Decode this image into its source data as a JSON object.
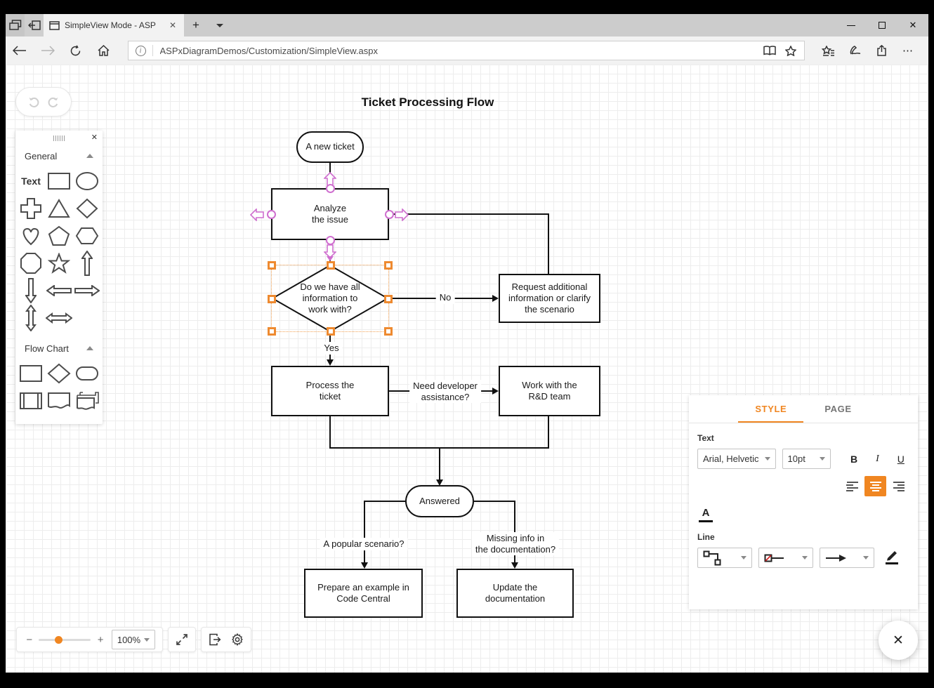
{
  "browser": {
    "tab_title": "SimpleView Mode - ASP",
    "url": "ASPxDiagramDemos/Customization/SimpleView.aspx",
    "info_glyph": "i",
    "ellipsis": "⋯",
    "tab_close": "✕",
    "new_tab": "+",
    "window_close": "✕"
  },
  "toolbox": {
    "general_title": "General",
    "flowchart_title": "Flow Chart",
    "text_shape": "Text",
    "close": "✕"
  },
  "diagram": {
    "title": "Ticket Processing Flow",
    "nodes": {
      "new_ticket": "A new ticket",
      "analyze": "Analyze\nthe issue",
      "decision": "Do we have all\ninformation to\nwork with?",
      "request": "Request additional\ninformation or clarify\nthe scenario",
      "process": "Process the\nticket",
      "rd_team": "Work with the\nR&D team",
      "answered": "Answered",
      "prepare": "Prepare an example in\nCode Central",
      "update": "Update the\ndocumentation"
    },
    "edges": {
      "no": "No",
      "yes": "Yes",
      "need_dev": "Need developer\nassistance?",
      "popular": "A popular scenario?",
      "missing": "Missing info in\nthe documentation?"
    }
  },
  "panel": {
    "style_tab": "STYLE",
    "page_tab": "PAGE",
    "text_label": "Text",
    "font_value": "Arial, Helvetic",
    "size_value": "10pt",
    "bold": "B",
    "italic": "I",
    "underline": "U",
    "line_label": "Line",
    "color_a": "A"
  },
  "zoombar": {
    "minus": "−",
    "plus": "+",
    "value": "100%"
  },
  "fab_close": "✕",
  "colors": {
    "accent": "#f08621",
    "selection": "#ee8a30",
    "connection_pink": "#cf6fcf",
    "shape_stroke": "#111111"
  }
}
